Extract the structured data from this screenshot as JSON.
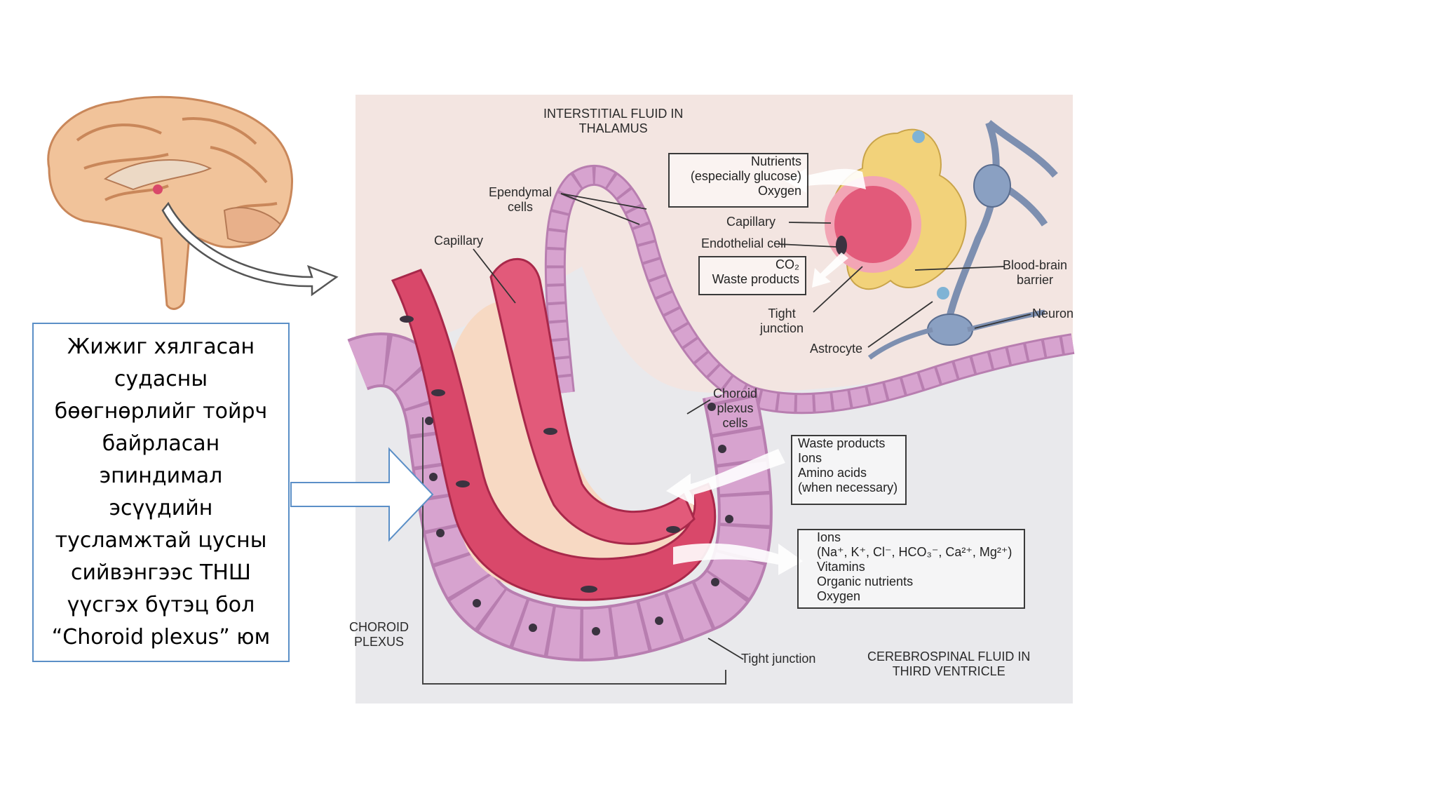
{
  "callout": {
    "text": "Жижиг хялгасан судасны бөөгнөрлийг тойрч байрласан эпиндимал эсүүдийн тусламжтай цусны сийвэнгээс ТНШ үүсгэх бүтэц бол “Choroid plexus” юм"
  },
  "labels": {
    "interstitial_1": "INTERSTITIAL FLUID IN",
    "interstitial_2": "THALAMUS",
    "ependymal_1": "Ependymal",
    "ependymal_2": "cells",
    "capillary_left": "Capillary",
    "capillary_right": "Capillary",
    "endothelial": "Endothelial cell",
    "bbb_1": "Blood-brain",
    "bbb_2": "barrier",
    "neuron": "Neuron",
    "tight_1": "Tight",
    "tight_2": "junction",
    "astrocyte": "Astrocyte",
    "choroid_cells_1": "Choroid",
    "choroid_cells_2": "plexus",
    "choroid_cells_3": "cells",
    "choroid_plexus_1": "CHOROID",
    "choroid_plexus_2": "PLEXUS",
    "tight_junction_bottom": "Tight junction",
    "csf_1": "CEREBROSPINAL FLUID IN",
    "csf_2": "THIRD VENTRICLE"
  },
  "boxes": {
    "nutrients": [
      "Nutrients",
      "(especially glucose)",
      "Oxygen"
    ],
    "co2_waste": [
      "CO₂",
      "Waste products"
    ],
    "waste_ions": [
      "Waste products",
      "Ions",
      "Amino acids",
      "(when necessary)"
    ],
    "ions_list": [
      "Ions",
      "(Na⁺, K⁺, Cl⁻, HCO₃⁻, Ca²⁺, Mg²⁺)",
      "Vitamins",
      "Organic nutrients",
      "Oxygen"
    ]
  },
  "colors": {
    "callout_border": "#5b8fc7",
    "diagram_bg": "#f3e5e1",
    "csf": "#e9e9ec",
    "vessel": "#d9486a",
    "vessel_light": "#f08aa0",
    "stroma": "#f7d9c3",
    "cells": "#d7a3cf",
    "nucleus": "#3b3340",
    "astrocyte": "#f2d27a",
    "neuron": "#7d8fb0",
    "brain": "#f1c39a"
  },
  "icons": [
    "brain-illustration",
    "curved-arrow",
    "block-arrow-icon"
  ]
}
